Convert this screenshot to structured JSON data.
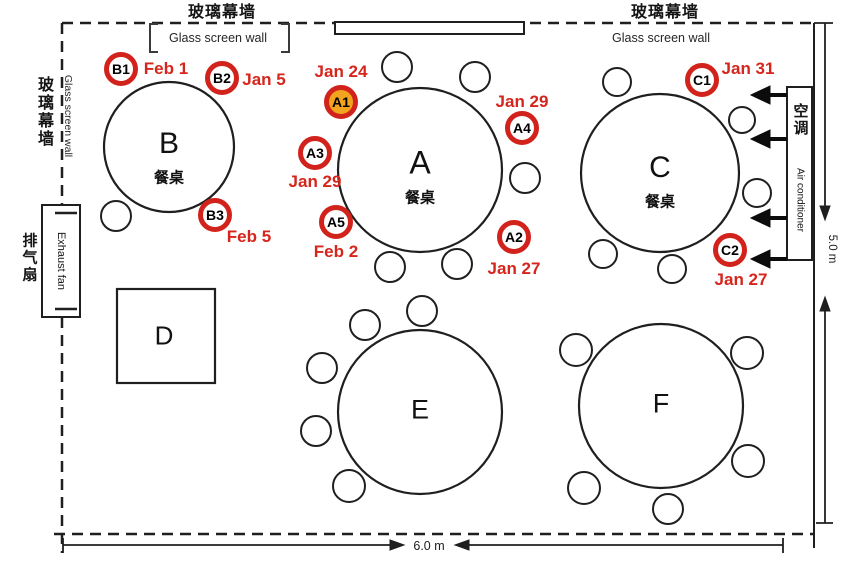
{
  "walls": {
    "top_left": {
      "zh": "玻璃幕墙",
      "en": "Glass screen wall"
    },
    "top_right": {
      "zh": "玻璃幕墙",
      "en": "Glass screen wall"
    },
    "left": {
      "zh": "玻璃幕墙",
      "en": "Glass screen wall"
    }
  },
  "equipment": {
    "exhaust_fan": {
      "zh": "排气扇",
      "en": "Exhaust fan"
    },
    "air_conditioner": {
      "zh": "空调",
      "en": "Air conditioner",
      "airflow_direction": "left",
      "arrow_count": 4
    }
  },
  "dimensions": {
    "width": "6.0 m",
    "height": "5.0 m"
  },
  "tables": {
    "A": {
      "label": "A",
      "sublabel": "餐桌"
    },
    "B": {
      "label": "B",
      "sublabel": "餐桌"
    },
    "C": {
      "label": "C",
      "sublabel": "餐桌"
    },
    "D": {
      "label": "D"
    },
    "E": {
      "label": "E"
    },
    "F": {
      "label": "F"
    }
  },
  "patients": {
    "A1": {
      "id": "A1",
      "date": "Jan 24",
      "index_case": true
    },
    "A2": {
      "id": "A2",
      "date": "Jan 27"
    },
    "A3": {
      "id": "A3",
      "date": "Jan 29"
    },
    "A4": {
      "id": "A4",
      "date": "Jan 29"
    },
    "A5": {
      "id": "A5",
      "date": "Feb 2"
    },
    "B1": {
      "id": "B1",
      "date": "Feb 1"
    },
    "B2": {
      "id": "B2",
      "date": "Jan 5"
    },
    "B3": {
      "id": "B3",
      "date": "Feb 5"
    },
    "C1": {
      "id": "C1",
      "date": "Jan 31"
    },
    "C2": {
      "id": "C2",
      "date": "Jan 27"
    }
  },
  "colors": {
    "marker_ring": "#d2221c",
    "index_case_fill": "#f2a41e",
    "date_text": "#d6251c",
    "line": "#1f1f1f"
  }
}
